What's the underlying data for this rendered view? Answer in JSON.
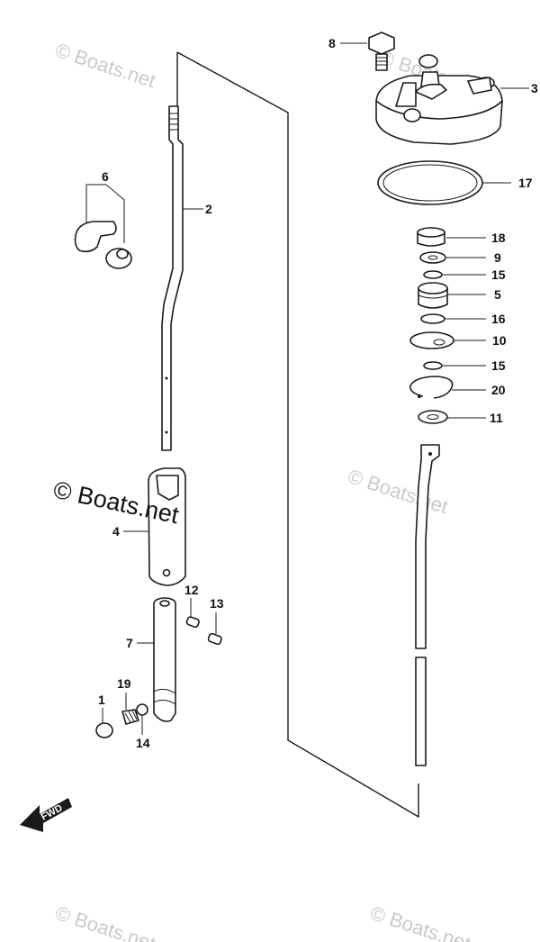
{
  "watermark": {
    "main": "© Boats.net",
    "faint": "© Boats.net"
  },
  "fwd_label": "FWD",
  "callouts": {
    "c1": "1",
    "c2": "2",
    "c3": "3",
    "c4": "4",
    "c5": "5",
    "c6": "6",
    "c7": "7",
    "c8": "8",
    "c9": "9",
    "c10": "10",
    "c11": "11",
    "c12": "12",
    "c13": "13",
    "c14": "14",
    "c15a": "15",
    "c15b": "15",
    "c16": "16",
    "c17": "17",
    "c18": "18",
    "c19": "19",
    "c20": "20"
  }
}
